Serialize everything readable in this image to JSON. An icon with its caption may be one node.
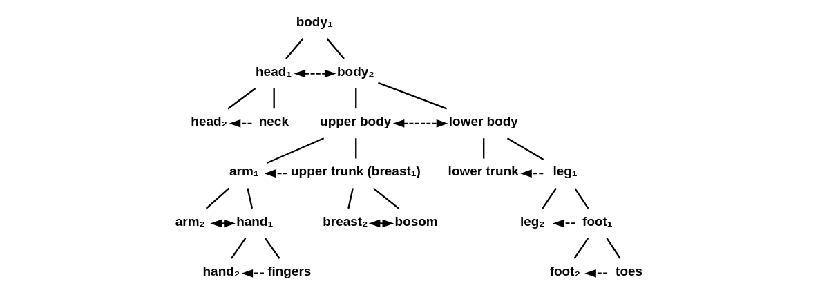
{
  "diagram": {
    "nodes": [
      {
        "text": [
          "body₁"
        ]
      },
      {
        "text": [
          "head₁"
        ]
      },
      {
        "text": [
          "body₂"
        ]
      },
      {
        "text": [
          "head₂"
        ]
      },
      {
        "text": [
          "neck"
        ]
      },
      {
        "text": [
          "upper body"
        ]
      },
      {
        "text": [
          "lower body"
        ]
      },
      {
        "text": [
          "arm₁"
        ]
      },
      {
        "text": [
          "upper trunk (breast₁)"
        ]
      },
      {
        "text": [
          "lower trunk"
        ]
      },
      {
        "text": [
          "leg₁"
        ]
      },
      {
        "text": [
          "arm₂"
        ]
      },
      {
        "text": [
          "hand₁"
        ]
      },
      {
        "text": [
          "breast₂"
        ]
      },
      {
        "text": [
          "bosom"
        ]
      },
      {
        "text": [
          "leg₂"
        ]
      },
      {
        "text": [
          "foot₁"
        ]
      },
      {
        "text": [
          "hand₂"
        ]
      },
      {
        "text": [
          "fingers"
        ]
      },
      {
        "text": [
          "foot₂"
        ]
      },
      {
        "text": [
          "toes"
        ]
      }
    ],
    "edges": [
      {
        "from": 0,
        "to": 1,
        "arrow": "none"
      },
      {
        "from": 0,
        "to": 2,
        "arrow": "none"
      },
      {
        "from": 1,
        "to": 2,
        "arrow": "both",
        "style": "dashed"
      },
      {
        "from": 1,
        "to": 3,
        "arrow": "none"
      },
      {
        "from": 1,
        "to": 4,
        "arrow": "none"
      },
      {
        "from": 4,
        "to": 3,
        "arrow": "to",
        "style": "dashed"
      },
      {
        "from": 2,
        "to": 5,
        "arrow": "none"
      },
      {
        "from": 2,
        "to": 6,
        "arrow": "none"
      },
      {
        "from": 5,
        "to": 6,
        "arrow": "both",
        "style": "dashed"
      },
      {
        "from": 5,
        "to": 7,
        "arrow": "none"
      },
      {
        "from": 5,
        "to": 8,
        "arrow": "none"
      },
      {
        "from": 8,
        "to": 7,
        "arrow": "to",
        "style": "dashed"
      },
      {
        "from": 6,
        "to": 9,
        "arrow": "none"
      },
      {
        "from": 6,
        "to": 10,
        "arrow": "none"
      },
      {
        "from": 10,
        "to": 9,
        "arrow": "to",
        "style": "dashed"
      },
      {
        "from": 7,
        "to": 11,
        "arrow": "none"
      },
      {
        "from": 7,
        "to": 12,
        "arrow": "none"
      },
      {
        "from": 11,
        "to": 12,
        "arrow": "both"
      },
      {
        "from": 8,
        "to": 13,
        "arrow": "none"
      },
      {
        "from": 8,
        "to": 14,
        "arrow": "none"
      },
      {
        "from": 13,
        "to": 14,
        "arrow": "both"
      },
      {
        "from": 10,
        "to": 15,
        "arrow": "none"
      },
      {
        "from": 10,
        "to": 16,
        "arrow": "none"
      },
      {
        "from": 16,
        "to": 15,
        "arrow": "to",
        "style": "dashed"
      },
      {
        "from": 12,
        "to": 17,
        "arrow": "none"
      },
      {
        "from": 12,
        "to": 18,
        "arrow": "none"
      },
      {
        "from": 18,
        "to": 17,
        "arrow": "to",
        "style": "dashed"
      },
      {
        "from": 16,
        "to": 19,
        "arrow": "none"
      },
      {
        "from": 16,
        "to": 20,
        "arrow": "none"
      },
      {
        "from": 20,
        "to": 19,
        "arrow": "to",
        "style": "dashed"
      }
    ]
  }
}
